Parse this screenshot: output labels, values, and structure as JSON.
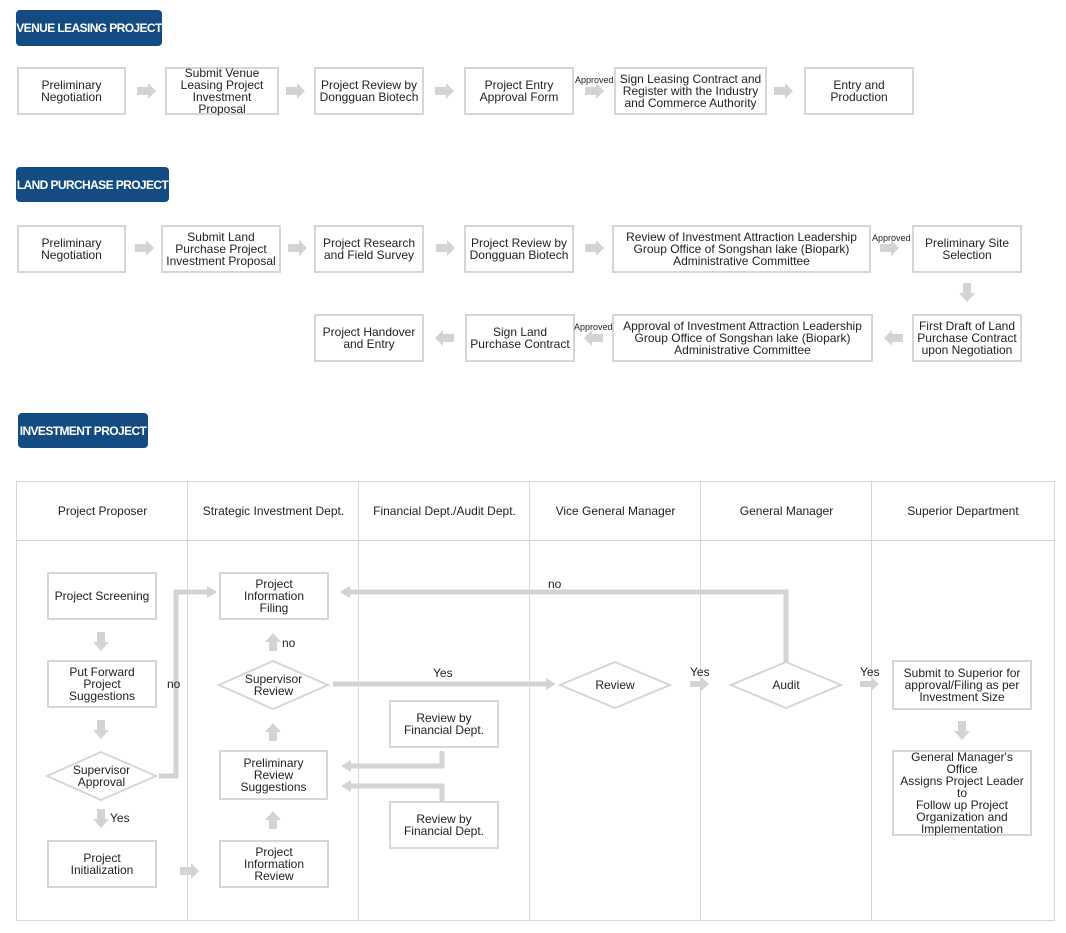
{
  "venue": {
    "title": "VENUE LEASING PROJECT",
    "steps": [
      "Preliminary\nNegotiation",
      "Submit Venue\nLeasing Project\nInvestment Proposal",
      "Project Review by\nDongguan Biotech",
      "Project Entry\nApproval Form",
      "Sign Leasing Contract and\nRegister with the Industry\nand Commerce Authority",
      "Entry and\nProduction"
    ],
    "approved": "Approved"
  },
  "land": {
    "title": "LAND PURCHASE PROJECT",
    "steps": [
      "Preliminary\nNegotiation",
      "Submit Land\nPurchase Project\nInvestment Proposal",
      "Project Research\nand Field Survey",
      "Project Review by\nDongguan Biotech",
      "Review of Investment Attraction Leadership\nGroup Office of Songshan lake (Biopark)\nAdministrative Committee",
      "Preliminary Site\nSelection",
      "First Draft of Land\nPurchase Contract\nupon Negotiation",
      "Approval of Investment Attraction Leadership\nGroup Office of Songshan lake (Biopark)\nAdministrative Committee",
      "Sign Land\nPurchase Contract",
      "Project Handover\nand Entry"
    ],
    "approved_1": "Approved",
    "approved_2": "Approved"
  },
  "investment": {
    "title": "INVESTMENT PROJECT",
    "columns": [
      "Project Proposer",
      "Strategic Investment Dept.",
      "Financial Dept./Audit Dept.",
      "Vice General Manager",
      "General Manager",
      "Superior Department"
    ],
    "nodes": {
      "screening": "Project Screening",
      "suggestions": "Put Forward Project\nSuggestions",
      "supervisor_approval": "Supervisor\nApproval",
      "initialization": "Project Initialization",
      "info_filing": "Project Information\nFiling",
      "supervisor_review": "Supervisor\nReview",
      "prelim_review": "Preliminary\nReview\nSuggestions",
      "info_review": "Project Information\nReview",
      "fin_review_1": "Review by\nFinancial Dept.",
      "fin_review_2": "Review by\nFinancial Dept.",
      "review": "Review",
      "audit": "Audit",
      "submit_superior": "Submit to Superior for\napproval/Filing as per\nInvestment Size",
      "gm_office": "General Manager's Office\nAssigns Project Leader to\nFollow up Project\nOrganization and\nImplementation"
    },
    "labels": {
      "no_top": "no",
      "no_review": "no",
      "no_left": "no",
      "yes_approval": "Yes",
      "yes_review": "Yes",
      "yes_vgm": "Yes",
      "yes_gm": "Yes"
    }
  },
  "colors": {
    "header_bg": "#144b82",
    "border": "#d6d6d6",
    "arrow": "#d3d3d3"
  }
}
